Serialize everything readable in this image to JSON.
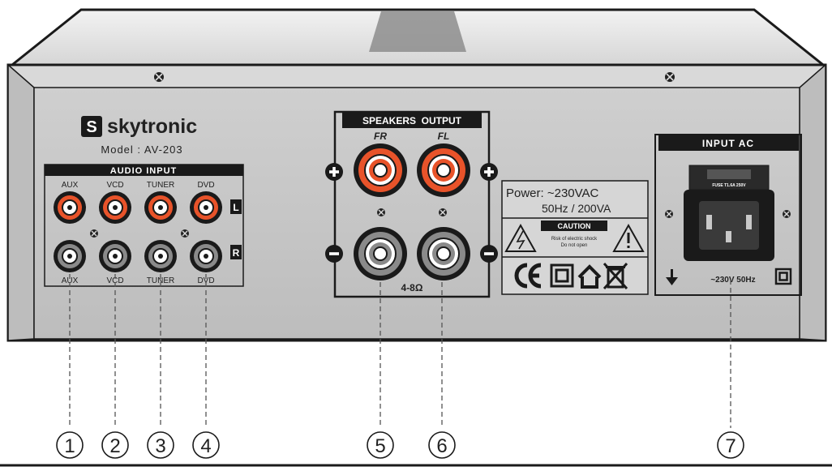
{
  "brand": {
    "logo_letter": "S",
    "name": "skytronic",
    "model": "Model : AV-203"
  },
  "audio_input": {
    "title": "AUDIO INPUT",
    "channels": [
      {
        "top": "AUX",
        "bottom": "AUX"
      },
      {
        "top": "VCD",
        "bottom": "VCD"
      },
      {
        "top": "TUNER",
        "bottom": "TUNER"
      },
      {
        "top": "DVD",
        "bottom": "DVD"
      }
    ],
    "left_tag": "L",
    "right_tag": "R"
  },
  "speakers": {
    "title": "SPEAKERS  OUTPUT",
    "fr": "FR",
    "fl": "FL",
    "impedance": "4-8Ω"
  },
  "power_label": {
    "line1": "Power: ~230VAC",
    "line2": "50Hz / 200VA",
    "caution": "CAUTION",
    "warn1": "Risk of electric shock",
    "warn2": "Do not open"
  },
  "input_ac": {
    "title": "INPUT AC",
    "fuse_text": "FUSE T1.6A 250V",
    "rating": "~230V 50Hz"
  },
  "callouts": [
    "1",
    "2",
    "3",
    "4",
    "5",
    "6",
    "7"
  ],
  "colors": {
    "orange": "#e8532a",
    "gray": "#8a8a8a",
    "panel": "#c7c7c7",
    "black": "#1a1a1a"
  }
}
